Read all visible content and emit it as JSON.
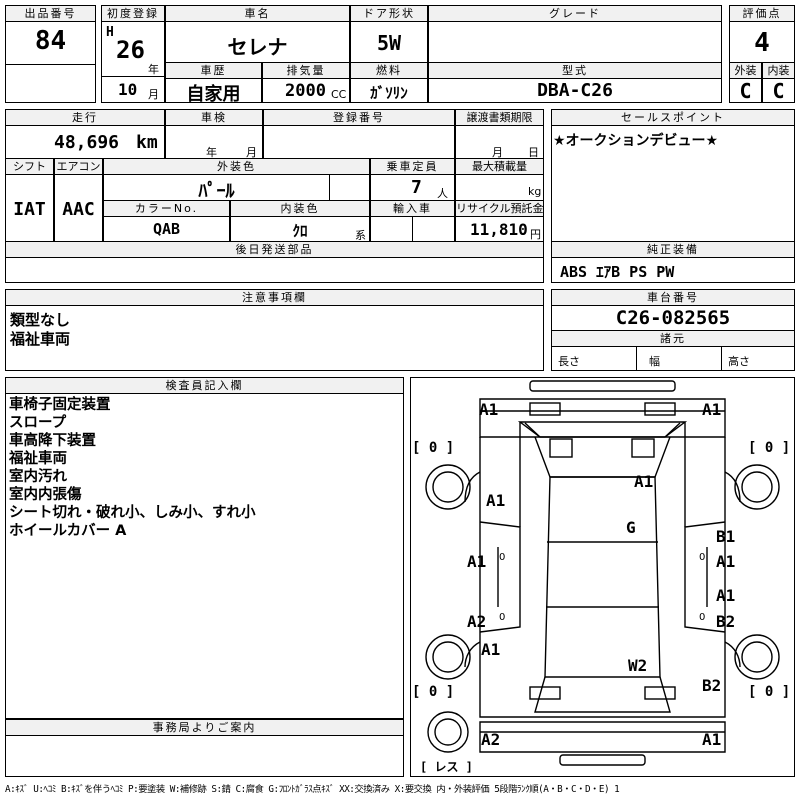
{
  "header": {
    "lot_label": "出品番号",
    "lot": "84",
    "reg_label": "初度登録",
    "era": "H",
    "year": "26",
    "year_unit": "年",
    "month": "10",
    "month_unit": "月",
    "name_label": "車名",
    "name": "セレナ",
    "door_label": "ドア形状",
    "door": "5W",
    "grade_label": "グレード",
    "grade": "",
    "score_label": "評価点",
    "score": "4",
    "history_label": "車歴",
    "history": "自家用",
    "disp_label": "排気量",
    "disp": "2000",
    "disp_unit": "CC",
    "fuel_label": "燃料",
    "fuel": "ｶﾞｿﾘﾝ",
    "model_label": "型式",
    "model": "DBA-C26",
    "ext_label": "外装",
    "ext": "C",
    "int_label": "内装",
    "int": "C"
  },
  "row2": {
    "mileage_label": "走行",
    "mileage": "48,696",
    "mileage_unit": "km",
    "inspect_label": "車検",
    "year_unit": "年",
    "month_unit": "月",
    "regno_label": "登録番号",
    "transfer_label": "譲渡書類期限",
    "day_unit": "日",
    "points_label": "セールスポイント",
    "points": "★オークションデビュー★",
    "shift_label": "シフト",
    "shift": "IAT",
    "ac_label": "エアコン",
    "ac": "AAC",
    "color_label": "外装色",
    "color": "ﾊﾟｰﾙ",
    "capacity_label": "乗車定員",
    "capacity": "7",
    "capacity_unit": "人",
    "load_label": "最大積載量",
    "load_unit": "kg",
    "colorno_label": "カラーNo.",
    "colorno": "QAB",
    "intcolor_label": "内装色",
    "intcolor": "ｸﾛ",
    "intcolor_unit": "系",
    "import_label": "輸入車",
    "recycle_label": "リサイクル預託金",
    "recycle": "11,810",
    "recycle_unit": "円",
    "later_label": "後日発送部品",
    "equip_label": "純正装備",
    "equip": "ABS ｴｱB PS PW"
  },
  "notes": {
    "label": "注意事項欄",
    "lines": [
      "類型なし",
      "福祉車両"
    ],
    "chassis_label": "車台番号",
    "chassis": "C26-082565",
    "spec_label": "諸元",
    "len": "長さ",
    "wid": "幅",
    "hei": "高さ"
  },
  "inspector": {
    "label": "検査員記入欄",
    "lines": [
      "車椅子固定装置",
      "スロープ",
      "車高降下装置",
      "福祉車両",
      "室内汚れ",
      "室内内張傷",
      "シート切れ・破れ小、しみ小、すれ小",
      "ホイールカバー A"
    ]
  },
  "office": {
    "label": "事務局よりご案内"
  },
  "diagram": {
    "marks": [
      "A1",
      "A1",
      "A1",
      "A1",
      "G",
      "B1",
      "A1",
      "A1",
      "A1",
      "A2",
      "B2",
      "A1",
      "W2",
      "B2",
      "A2",
      "A1"
    ],
    "tires": [
      "[ 0 ]",
      "[ 0 ]",
      "[ 0 ]",
      "[ 0 ]"
    ],
    "spare": "[ レス ]",
    "zero": "0"
  },
  "legend": "A:ｷｽﾞ U:ﾍｺﾐ B:ｷｽﾞを伴うﾍｺﾐ P:要塗装 W:補修跡 S:錆 C:腐食 G:ﾌﾛﾝﾄｶﾞﾗｽ点ｷｽﾞ XX:交換済み X:要交換 内・外装評価 5段階ﾗﾝｸ順(A・B・C・D・E) 1"
}
